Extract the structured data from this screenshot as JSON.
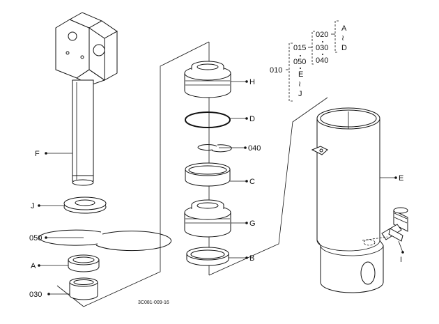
{
  "labels": {
    "F": "F",
    "J": "J",
    "p050": "050",
    "A": "A",
    "p030": "030",
    "H": "H",
    "D": "D",
    "p040": "040",
    "C": "C",
    "G": "G",
    "B": "B",
    "E": "E",
    "I": "I"
  },
  "tree": {
    "p010": "010",
    "p015": "015",
    "p050": "050",
    "E": "E",
    "tilde1": "≀",
    "J": "J",
    "p020": "020",
    "p030": "030",
    "p040": "040",
    "A": "A",
    "tilde2": "≀",
    "D": "D"
  },
  "figure_code": "3C081-009-16"
}
